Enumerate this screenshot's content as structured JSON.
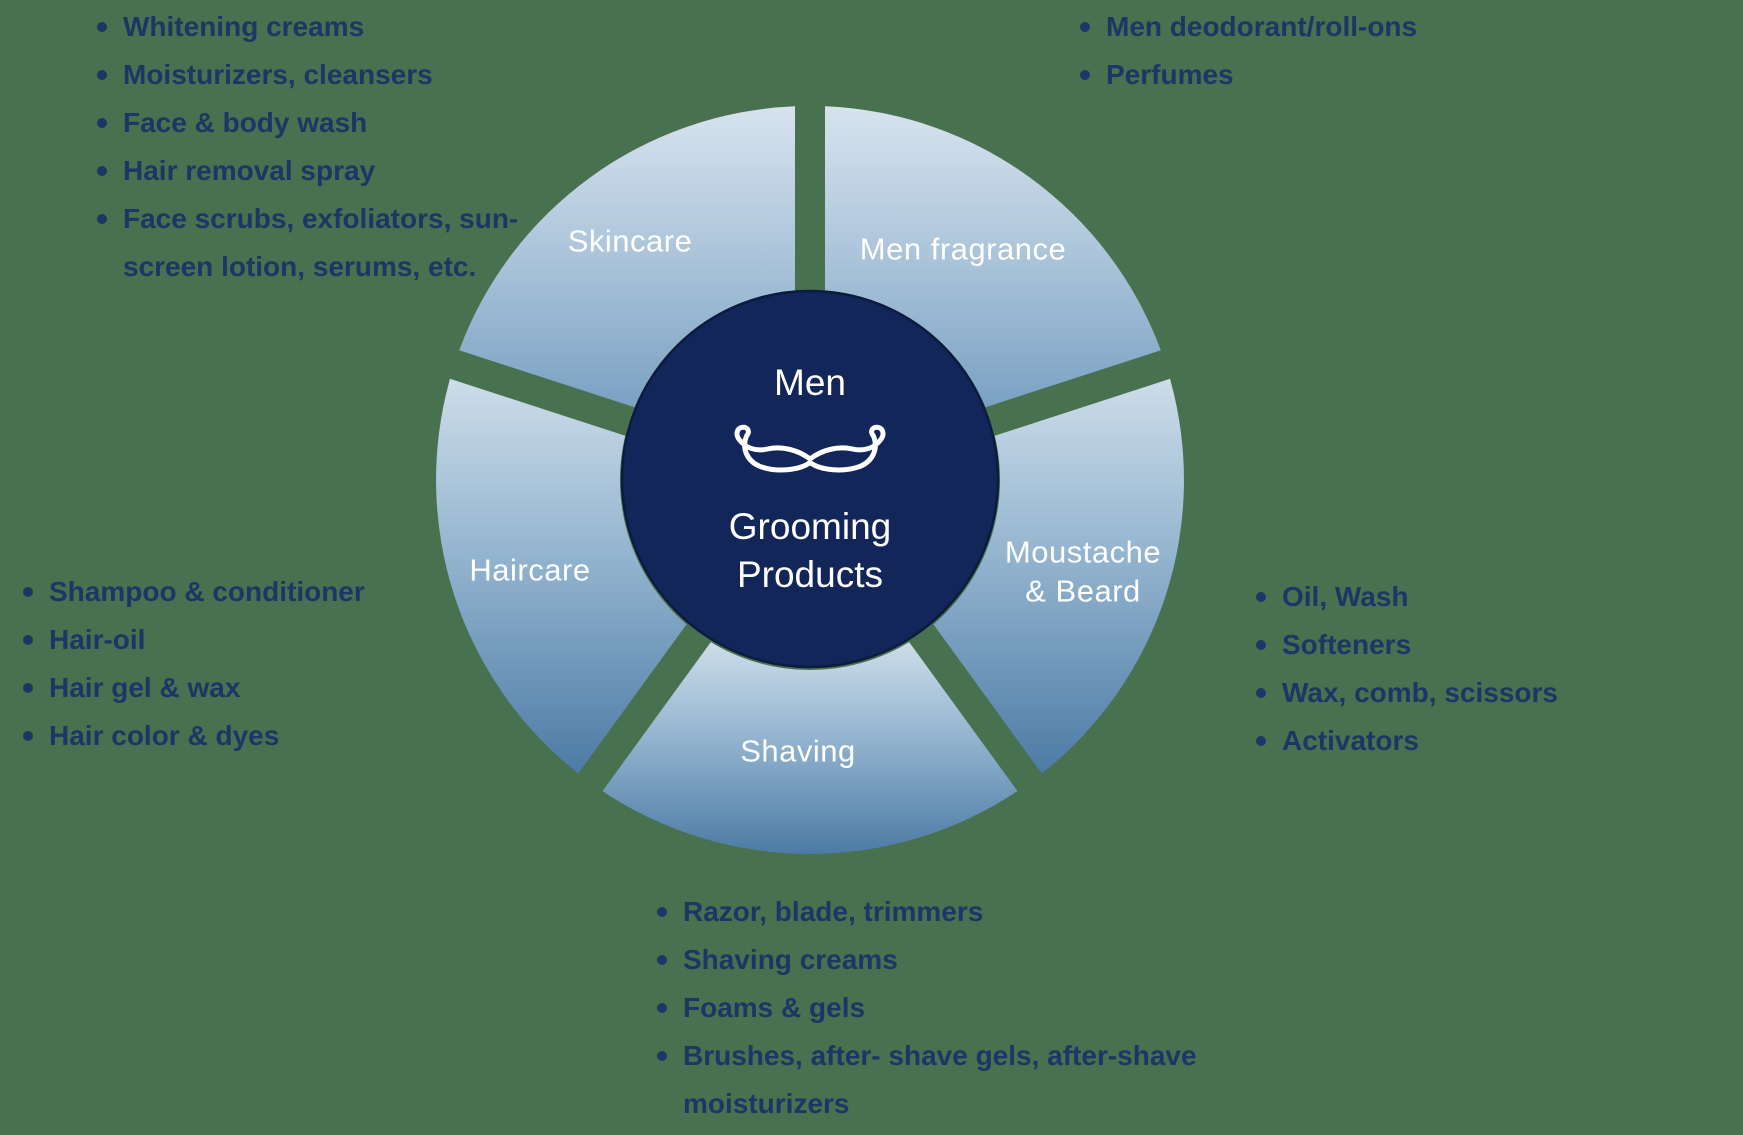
{
  "background_color": "#47714f",
  "text_color": "#1b3766",
  "center_badge": {
    "title": "Men",
    "subtitle": "Grooming Products",
    "icon": "moustache-icon",
    "fill_color": "#12265a",
    "text_color": "#ffffff"
  },
  "wheel": {
    "petal_light_color": "#d5e2ee",
    "petal_dark_color": "#4d7ba5",
    "segments": [
      {
        "id": "skincare",
        "label": "Skincare"
      },
      {
        "id": "men_fragrance",
        "label": "Men fragrance"
      },
      {
        "id": "moustache_beard",
        "label": "Moustache\n& Beard"
      },
      {
        "id": "shaving",
        "label": "Shaving"
      },
      {
        "id": "haircare",
        "label": "Haircare"
      }
    ]
  },
  "lists": {
    "skincare": [
      "Whitening creams",
      "Moisturizers, cleansers",
      "Face & body wash",
      "Hair removal spray",
      "Face scrubs, exfoliators, sun-\nscreen lotion, serums, etc."
    ],
    "men_fragrance": [
      "Men deodorant/roll-ons",
      "Perfumes"
    ],
    "moustache_beard": [
      "Oil, Wash",
      "Softeners",
      "Wax, comb, scissors",
      "Activators"
    ],
    "shaving": [
      "Razor, blade, trimmers",
      "Shaving creams",
      "Foams & gels",
      "Brushes, after- shave gels, after-shave\nmoisturizers"
    ],
    "haircare": [
      "Shampoo & conditioner",
      "Hair-oil",
      "Hair gel & wax",
      "Hair color & dyes"
    ]
  }
}
